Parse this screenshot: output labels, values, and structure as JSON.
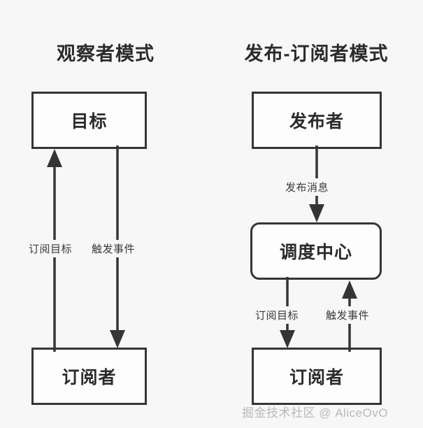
{
  "diagram": {
    "background_color": "#f7f7f7",
    "line_color": "#353535",
    "text_color": "#2b2b2b",
    "panels": [
      {
        "id": "observer",
        "title": "观察者模式",
        "nodes": [
          {
            "id": "target",
            "label": "目标",
            "shape": "rectangle"
          },
          {
            "id": "subscriber-left",
            "label": "订阅者",
            "shape": "rectangle"
          }
        ],
        "edges": [
          {
            "id": "subscribe-target",
            "label": "订阅目标",
            "from": "subscriber-left",
            "to": "target",
            "direction": "up"
          },
          {
            "id": "trigger-event",
            "label": "触发事件",
            "from": "target",
            "to": "subscriber-left",
            "direction": "down"
          }
        ]
      },
      {
        "id": "pubsub",
        "title": "发布-订阅者模式",
        "nodes": [
          {
            "id": "publisher",
            "label": "发布者",
            "shape": "rectangle"
          },
          {
            "id": "dispatch",
            "label": "调度中心",
            "shape": "rounded-rectangle"
          },
          {
            "id": "subscriber-right",
            "label": "订阅者",
            "shape": "rectangle"
          }
        ],
        "edges": [
          {
            "id": "publish-message",
            "label": "发布消息",
            "from": "publisher",
            "to": "dispatch",
            "direction": "down"
          },
          {
            "id": "subscribe-target-2",
            "label": "订阅目标",
            "from": "dispatch",
            "to": "subscriber-right",
            "direction": "down"
          },
          {
            "id": "trigger-event-2",
            "label": "触发事件",
            "from": "subscriber-right",
            "to": "dispatch",
            "direction": "up"
          }
        ]
      }
    ]
  },
  "watermark": {
    "text": "掘金技术社区 @ AliceOvO"
  }
}
